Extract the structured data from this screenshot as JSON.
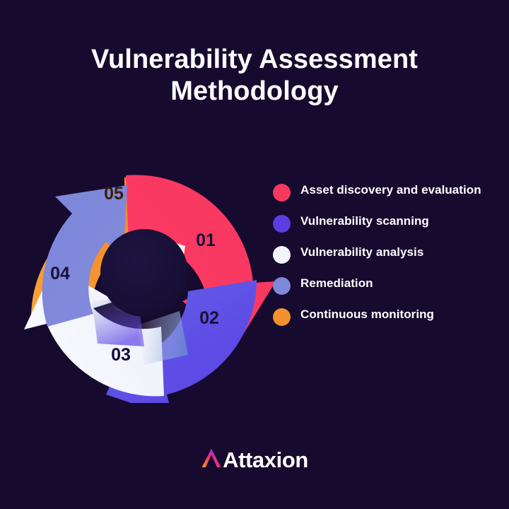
{
  "page": {
    "background_color": "#160a2e",
    "title_line1": "Vulnerability Assessment",
    "title_line2": "Methodology"
  },
  "diagram": {
    "type": "cycle-arrow-ring",
    "center_color": "#18103a",
    "segments": [
      {
        "number": "01",
        "color": "#f8385f",
        "legend": "Asset discovery and evaluation"
      },
      {
        "number": "02",
        "color": "#5b3fe4",
        "legend": "Vulnerability scanning"
      },
      {
        "number": "03",
        "color": "#f3f5fc",
        "legend": "Vulnerability analysis"
      },
      {
        "number": "04",
        "color": "#7d88d9",
        "legend": "Remediation"
      },
      {
        "number": "05",
        "color": "#f3912f",
        "legend": "Continuous monitoring"
      }
    ]
  },
  "legend": {
    "items": [
      {
        "label": "Asset discovery and evaluation",
        "color": "#f8385f"
      },
      {
        "label": "Vulnerability scanning",
        "color": "#5b3fe4"
      },
      {
        "label": "Vulnerability analysis",
        "color": "#f3f5fc"
      },
      {
        "label": "Remediation",
        "color": "#7d88d9"
      },
      {
        "label": "Continuous monitoring",
        "color": "#f3912f"
      }
    ]
  },
  "logo": {
    "text": "Attaxion",
    "mark_name": "attaxion-a-mark",
    "mark_gradient": [
      "#f7941e",
      "#ec2d7a",
      "#6d3cf0"
    ]
  }
}
